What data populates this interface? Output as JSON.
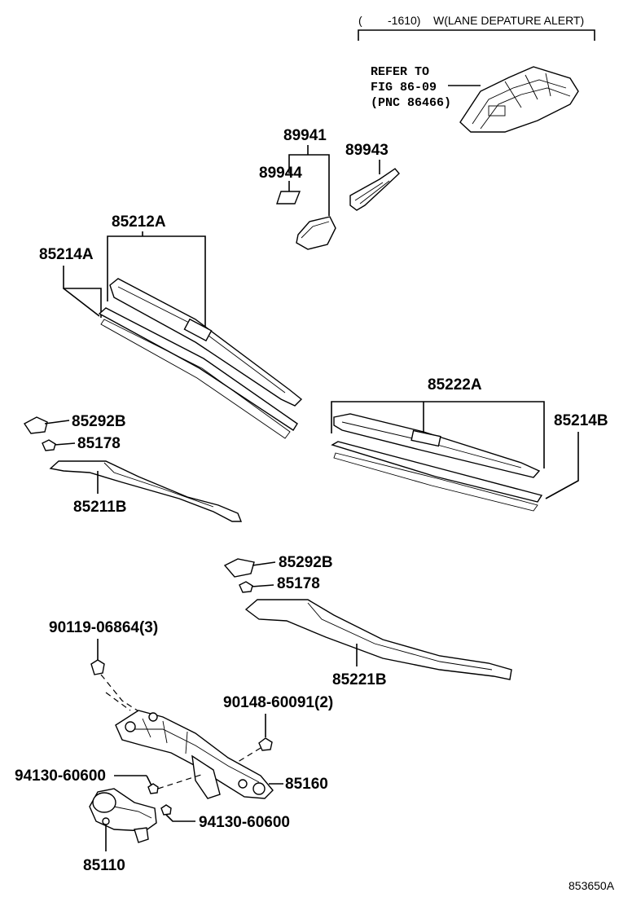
{
  "header": {
    "note_open": "(",
    "note_date": "-1610)",
    "note_text": "W(LANE DEPATURE ALERT)"
  },
  "refer": {
    "line1": "REFER TO",
    "line2": "FIG 86-09",
    "line3": "(PNC 86466)"
  },
  "callouts": {
    "p89941": "89941",
    "p89944": "89944",
    "p89943": "89943",
    "p85212A": "85212A",
    "p85214A": "85214A",
    "p85222A": "85222A",
    "p85214B": "85214B",
    "p85292B_a": "85292B",
    "p85178_a": "85178",
    "p85211B": "85211B",
    "p85292B_b": "85292B",
    "p85178_b": "85178",
    "p85221B": "85221B",
    "p90119": "90119-06864(3)",
    "p90148": "90148-60091(2)",
    "p94130_a": "94130-60600",
    "p94130_b": "94130-60600",
    "p85160": "85160",
    "p85110": "85110"
  },
  "figure_id": "853650A"
}
